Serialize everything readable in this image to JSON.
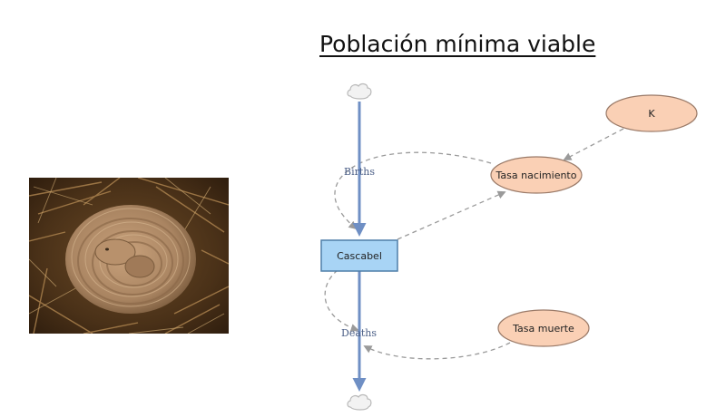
{
  "page": {
    "title": "Población mínima viable"
  },
  "photo": {
    "subject": "coiled rattlesnake on straw"
  },
  "diagram": {
    "stock": {
      "label": "Cascabel",
      "fill": "#a8d4f5",
      "stroke": "#4f7fa8"
    },
    "flows": [
      {
        "id": "births",
        "label": "Births"
      },
      {
        "id": "deaths",
        "label": "Deaths"
      }
    ],
    "auxiliaries": [
      {
        "id": "k",
        "label": "K"
      },
      {
        "id": "tasa-nacimiento",
        "label": "Tasa nacimiento"
      },
      {
        "id": "tasa-muerte",
        "label": "Tasa muerte"
      }
    ],
    "colors": {
      "flow": "#6f8fc4",
      "link": "#9a9a9a",
      "aux_fill": "#fad0b5",
      "aux_stroke": "#9a7a68",
      "cloud_fill": "#f2f2f2",
      "cloud_stroke": "#b9b9b9"
    }
  }
}
